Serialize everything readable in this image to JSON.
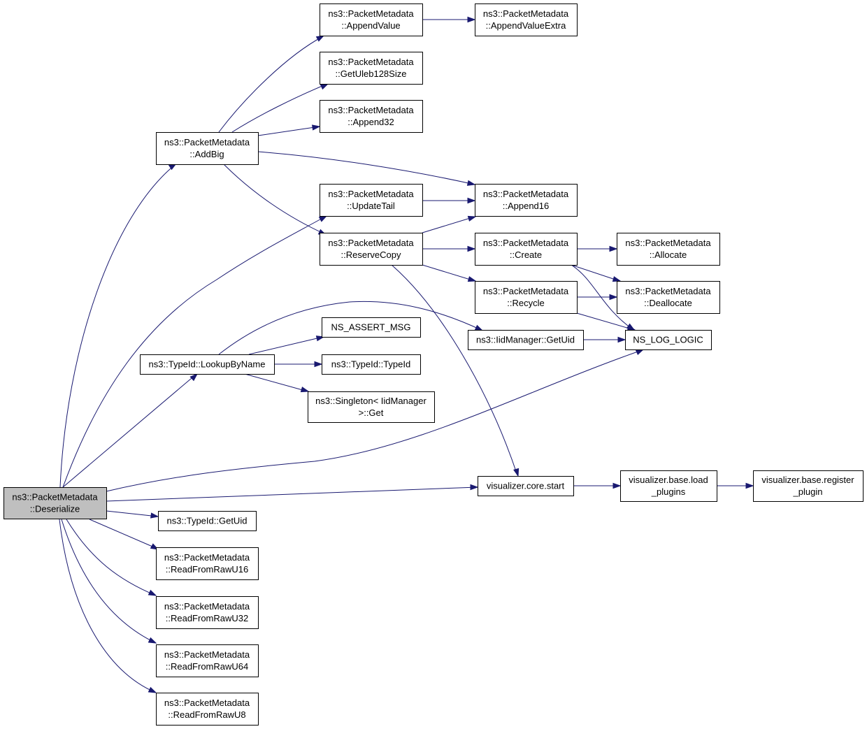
{
  "colors": {
    "edge": "#191970",
    "root_fill": "#bfbfbf",
    "node_fill": "#ffffff",
    "node_stroke": "#000000"
  },
  "nodes": [
    {
      "id": "deserialize",
      "lines": [
        "ns3::PacketMetadata",
        "::Deserialize"
      ],
      "root": true
    },
    {
      "id": "addbig",
      "lines": [
        "ns3::PacketMetadata",
        "::AddBig"
      ]
    },
    {
      "id": "appendvalue",
      "lines": [
        "ns3::PacketMetadata",
        "::AppendValue"
      ]
    },
    {
      "id": "appendvalueextra",
      "lines": [
        "ns3::PacketMetadata",
        "::AppendValueExtra"
      ]
    },
    {
      "id": "getuleb128size",
      "lines": [
        "ns3::PacketMetadata",
        "::GetUleb128Size"
      ]
    },
    {
      "id": "append32",
      "lines": [
        "ns3::PacketMetadata",
        "::Append32"
      ]
    },
    {
      "id": "updatetail",
      "lines": [
        "ns3::PacketMetadata",
        "::UpdateTail"
      ]
    },
    {
      "id": "append16",
      "lines": [
        "ns3::PacketMetadata",
        "::Append16"
      ]
    },
    {
      "id": "reservecopy",
      "lines": [
        "ns3::PacketMetadata",
        "::ReserveCopy"
      ]
    },
    {
      "id": "create",
      "lines": [
        "ns3::PacketMetadata",
        "::Create"
      ]
    },
    {
      "id": "allocate",
      "lines": [
        "ns3::PacketMetadata",
        "::Allocate"
      ]
    },
    {
      "id": "recycle",
      "lines": [
        "ns3::PacketMetadata",
        "::Recycle"
      ]
    },
    {
      "id": "deallocate",
      "lines": [
        "ns3::PacketMetadata",
        "::Deallocate"
      ]
    },
    {
      "id": "ns_assert_msg",
      "lines": [
        "NS_ASSERT_MSG"
      ]
    },
    {
      "id": "iidmanager_getuid",
      "lines": [
        "ns3::IidManager::GetUid"
      ]
    },
    {
      "id": "ns_log_logic",
      "lines": [
        "NS_LOG_LOGIC"
      ]
    },
    {
      "id": "lookupbyname",
      "lines": [
        "ns3::TypeId::LookupByName"
      ]
    },
    {
      "id": "typeid_typeid",
      "lines": [
        "ns3::TypeId::TypeId"
      ]
    },
    {
      "id": "singleton_get",
      "lines": [
        "ns3::Singleton< IidManager",
        " >::Get"
      ]
    },
    {
      "id": "core_start",
      "lines": [
        "visualizer.core.start"
      ]
    },
    {
      "id": "load_plugins",
      "lines": [
        "visualizer.base.load",
        "_plugins"
      ]
    },
    {
      "id": "register_plugin",
      "lines": [
        "visualizer.base.register",
        "_plugin"
      ]
    },
    {
      "id": "typeid_getuid",
      "lines": [
        "ns3::TypeId::GetUid"
      ]
    },
    {
      "id": "readu16",
      "lines": [
        "ns3::PacketMetadata",
        "::ReadFromRawU16"
      ]
    },
    {
      "id": "readu32",
      "lines": [
        "ns3::PacketMetadata",
        "::ReadFromRawU32"
      ]
    },
    {
      "id": "readu64",
      "lines": [
        "ns3::PacketMetadata",
        "::ReadFromRawU64"
      ]
    },
    {
      "id": "readu8",
      "lines": [
        "ns3::PacketMetadata",
        "::ReadFromRawU8"
      ]
    }
  ],
  "edges": [
    {
      "from": "deserialize",
      "to": "addbig"
    },
    {
      "from": "deserialize",
      "to": "updatetail"
    },
    {
      "from": "deserialize",
      "to": "lookupbyname"
    },
    {
      "from": "deserialize",
      "to": "ns_log_logic"
    },
    {
      "from": "deserialize",
      "to": "core_start"
    },
    {
      "from": "deserialize",
      "to": "typeid_getuid"
    },
    {
      "from": "deserialize",
      "to": "readu16"
    },
    {
      "from": "deserialize",
      "to": "readu32"
    },
    {
      "from": "deserialize",
      "to": "readu64"
    },
    {
      "from": "deserialize",
      "to": "readu8"
    },
    {
      "from": "addbig",
      "to": "appendvalue"
    },
    {
      "from": "addbig",
      "to": "getuleb128size"
    },
    {
      "from": "addbig",
      "to": "append32"
    },
    {
      "from": "addbig",
      "to": "append16"
    },
    {
      "from": "addbig",
      "to": "reservecopy"
    },
    {
      "from": "appendvalue",
      "to": "appendvalueextra"
    },
    {
      "from": "updatetail",
      "to": "append16"
    },
    {
      "from": "reservecopy",
      "to": "append16"
    },
    {
      "from": "reservecopy",
      "to": "create"
    },
    {
      "from": "reservecopy",
      "to": "recycle"
    },
    {
      "from": "reservecopy",
      "to": "core_start"
    },
    {
      "from": "create",
      "to": "allocate"
    },
    {
      "from": "create",
      "to": "deallocate"
    },
    {
      "from": "create",
      "to": "ns_log_logic"
    },
    {
      "from": "recycle",
      "to": "deallocate"
    },
    {
      "from": "recycle",
      "to": "ns_log_logic"
    },
    {
      "from": "iidmanager_getuid",
      "to": "ns_log_logic"
    },
    {
      "from": "lookupbyname",
      "to": "iidmanager_getuid"
    },
    {
      "from": "lookupbyname",
      "to": "ns_assert_msg"
    },
    {
      "from": "lookupbyname",
      "to": "typeid_typeid"
    },
    {
      "from": "lookupbyname",
      "to": "singleton_get"
    },
    {
      "from": "core_start",
      "to": "load_plugins"
    },
    {
      "from": "load_plugins",
      "to": "register_plugin"
    }
  ]
}
